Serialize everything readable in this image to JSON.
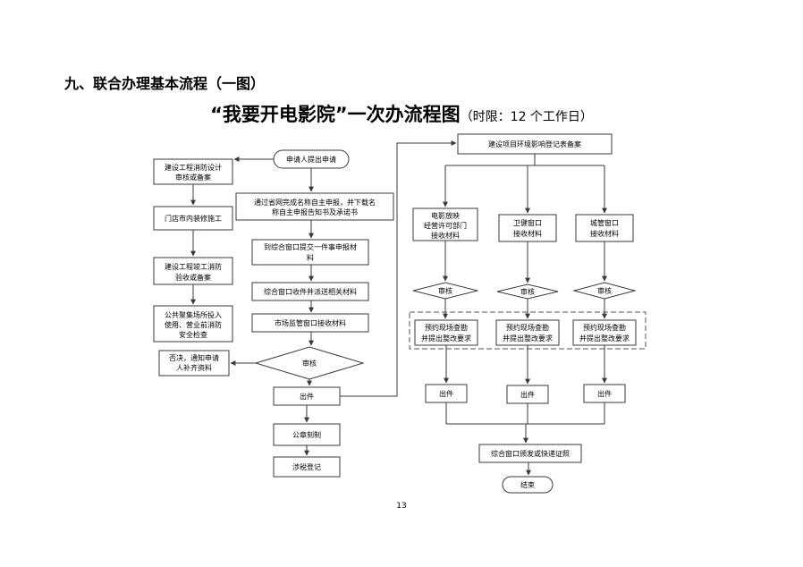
{
  "heading": "九、联合办理基本流程（一图）",
  "title": {
    "main": "“我要开电影院”一次办流程图",
    "sub": "（时限：12 个工作日）"
  },
  "left_column": {
    "fire_design": [
      "建设工程消防设计",
      "审核或备案"
    ],
    "decoration": "门店市内装修施工",
    "fire_acceptance": [
      "建设工程竣工消防",
      "验收或备案"
    ],
    "safety_check": [
      "公共聚集场所投入",
      "使用、营业前消防",
      "安全检查"
    ],
    "reject": [
      "否决，通知申请",
      "人补齐资料"
    ]
  },
  "center_column": {
    "apply": "申请人提出申请",
    "online": [
      "通过省网完成名称自主申报，并下载名",
      "称自主申报告知书及承诺书"
    ],
    "submit": [
      "到综合窗口提交一件事申报材",
      "料"
    ],
    "dispatch": "综合窗口收件并派送相关材料",
    "market_receive": "市场监管窗口接收材料",
    "review": "审核",
    "issue": "出件",
    "seal": "公章刻制",
    "tax": "涉税登记"
  },
  "right_column": {
    "env": "建设项目环境影响登记表备案",
    "branches": [
      {
        "receive": [
          "电影放映",
          "经营许可部门",
          "接收材料"
        ],
        "review": "审核",
        "inspect": [
          "预约现场查勘",
          "并提出整改要求"
        ],
        "issue": "出件"
      },
      {
        "receive": [
          "卫健窗口",
          "接收材料"
        ],
        "review": "审核",
        "inspect": [
          "预约现场查勘",
          "并提出整改要求"
        ],
        "issue": "出件"
      },
      {
        "receive": [
          "城管窗口",
          "接收材料"
        ],
        "review": "审核",
        "inspect": [
          "预约现场查勘",
          "并提出整改要求"
        ],
        "issue": "出件"
      }
    ],
    "certificate": "综合窗口颁发或快递证照",
    "end": "结束"
  },
  "page_number": "13"
}
